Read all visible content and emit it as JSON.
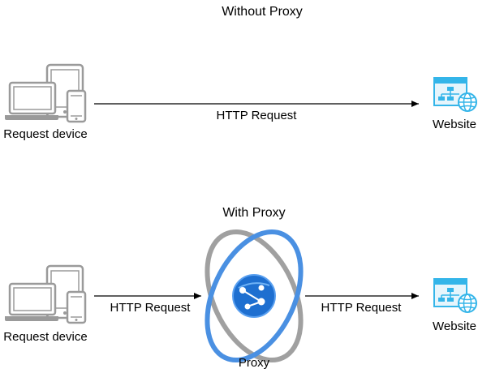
{
  "sections": {
    "without_proxy": {
      "title": "Without Proxy",
      "device_label": "Request device",
      "request_label": "HTTP Request",
      "website_label": "Website"
    },
    "with_proxy": {
      "title": "With Proxy",
      "device_label": "Request device",
      "request_in_label": "HTTP Request",
      "proxy_label": "Proxy",
      "request_out_label": "HTTP Request",
      "website_label": "Website"
    }
  },
  "icons": {
    "device": "devices-icon",
    "website": "website-sitemap-icon",
    "proxy": "proxy-orbit-icon"
  },
  "colors": {
    "device_gray": "#9A9A9A",
    "website_blue": "#34B5E9",
    "proxy_blue": "#4A90E2",
    "proxy_gray": "#A0A0A0",
    "proxy_core_blue": "#1E6FD0",
    "arrow": "#000000"
  }
}
